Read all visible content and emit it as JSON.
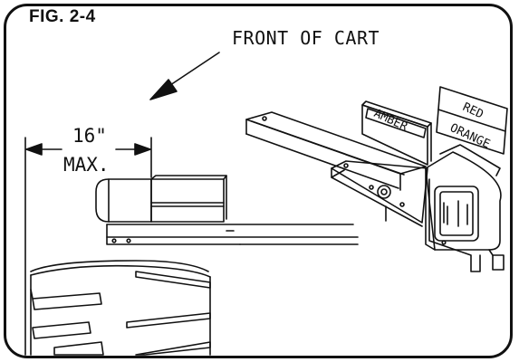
{
  "figure": {
    "label": "FIG. 2-4",
    "front_label": "FRONT OF CART",
    "dimension_value": "16\"",
    "dimension_note": "MAX.",
    "lens_labels": {
      "amber": "AMBER",
      "red": "RED",
      "orange": "ORANGE"
    }
  },
  "colors": {
    "line": "#111111",
    "background": "#ffffff"
  }
}
